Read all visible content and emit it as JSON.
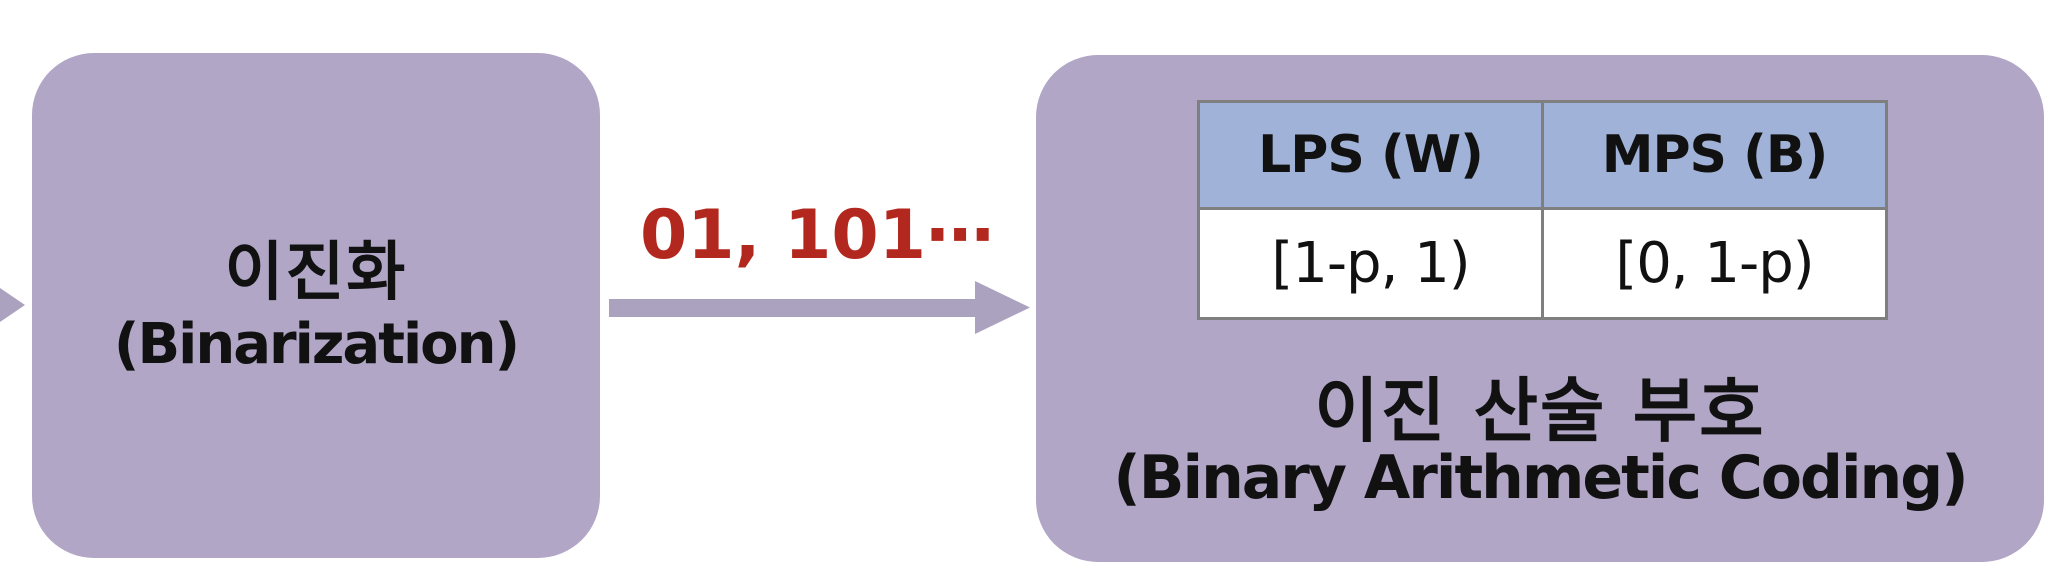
{
  "diagram": {
    "background_color": "#ffffff",
    "box_fill_color": "#b1a6c6",
    "arrow_color": "#aba2c0",
    "accent_red_color": "#b3281e",
    "table_header_fill_color": "#a0b2d7",
    "table_border_color": "#7f7f7f",
    "left_box": {
      "title_ko": "이진화",
      "title_en": "(Binarization)"
    },
    "flow_label": "01, 101⋯",
    "right_box": {
      "table": {
        "columns": [
          "LPS (W)",
          "MPS (B)"
        ],
        "rows": [
          [
            "[1-p, 1)",
            "[0, 1-p)"
          ]
        ]
      },
      "title_ko": "이진 산술 부호",
      "title_en": "(Binary Arithmetic Coding)"
    }
  }
}
